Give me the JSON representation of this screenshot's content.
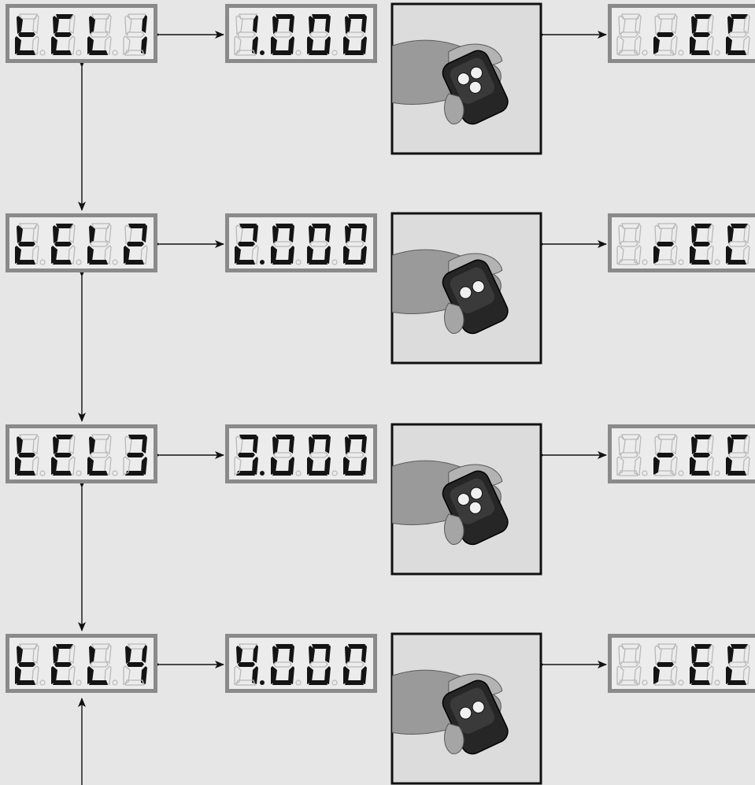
{
  "rows": [
    {
      "menu": {
        "chars": [
          "t",
          "E",
          "L",
          "1"
        ],
        "dots_on": [
          false,
          false,
          false
        ]
      },
      "value": {
        "chars": [
          "1",
          "0",
          "0",
          "0"
        ],
        "dots_on": [
          true,
          false,
          false
        ]
      },
      "rec": {
        "chars": [
          "",
          "r",
          "E",
          "C"
        ],
        "dots_on": [
          false,
          false,
          false
        ]
      },
      "remote_buttons_pressed": 3
    },
    {
      "menu": {
        "chars": [
          "t",
          "E",
          "L",
          "2"
        ],
        "dots_on": [
          false,
          false,
          false
        ]
      },
      "value": {
        "chars": [
          "2",
          "0",
          "0",
          "0"
        ],
        "dots_on": [
          true,
          false,
          false
        ]
      },
      "rec": {
        "chars": [
          "",
          "r",
          "E",
          "C"
        ],
        "dots_on": [
          false,
          false,
          false
        ]
      },
      "remote_buttons_pressed": 2
    },
    {
      "menu": {
        "chars": [
          "t",
          "E",
          "L",
          "3"
        ],
        "dots_on": [
          false,
          false,
          false
        ]
      },
      "value": {
        "chars": [
          "3",
          "0",
          "0",
          "0"
        ],
        "dots_on": [
          true,
          false,
          false
        ]
      },
      "rec": {
        "chars": [
          "",
          "r",
          "E",
          "C"
        ],
        "dots_on": [
          false,
          false,
          false
        ]
      },
      "remote_buttons_pressed": 3
    },
    {
      "menu": {
        "chars": [
          "t",
          "E",
          "L",
          "4"
        ],
        "dots_on": [
          false,
          false,
          false
        ]
      },
      "value": {
        "chars": [
          "4",
          "0",
          "0",
          "0"
        ],
        "dots_on": [
          true,
          false,
          false
        ]
      },
      "rec": {
        "chars": [
          "",
          "r",
          "E",
          "C"
        ],
        "dots_on": [
          false,
          false,
          false
        ]
      },
      "remote_buttons_pressed": 2
    }
  ],
  "colors": {
    "background": "#e6e6e6",
    "segment_on": "#141414",
    "segment_off": "#b9b9b9",
    "panel_frame": "#8a8a8a",
    "panel_face": "#ececec"
  },
  "icons": {
    "remote_photo": "hand-holding-remote-icon",
    "arrow": "double-headed-arrow-icon"
  }
}
